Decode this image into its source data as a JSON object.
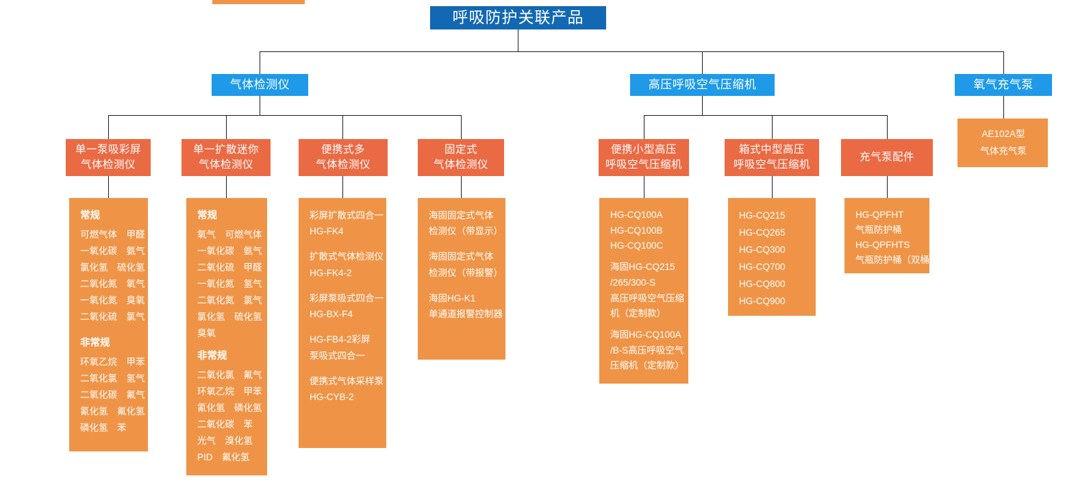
{
  "diagram": {
    "title": "呼吸防护关联产品",
    "colors": {
      "root": "#1268B3",
      "level2": "#1E9AE8",
      "level3": "#EA6A44",
      "leaf": "#EF9447",
      "edge": "#1A1A1A",
      "background": "#FFFFFF"
    },
    "root": {
      "label": "呼吸防护关联产品"
    },
    "level2": [
      {
        "label": "气体检测仪"
      },
      {
        "label": "高压呼吸空气压缩机"
      },
      {
        "label": "氧气充气泵"
      }
    ],
    "level3": [
      {
        "line1": "单一泵吸彩屏",
        "line2": "气体检测仪"
      },
      {
        "line1": "单一扩散迷你",
        "line2": "气体检测仪"
      },
      {
        "line1": "便携式多",
        "line2": "气体检测仪"
      },
      {
        "line1": "固定式",
        "line2": "气体检测仪"
      },
      {
        "line1": "便携小型高压",
        "line2": "呼吸空气压缩机"
      },
      {
        "line1": "箱式中型高压",
        "line2": "呼吸空气压缩机"
      },
      {
        "line1": "充气泵配件",
        "line2": ""
      }
    ],
    "leaves": {
      "pump_color_screen": {
        "group1_title": "常规",
        "group1_lines": [
          "可燃气体　甲醛",
          "一氧化碳　氨气",
          "氯化氢　硫化氢",
          "二氧化氮　氧气",
          "一氧化氮　臭氧",
          "二氧化硫　氯气"
        ],
        "group2_title": "非常规",
        "group2_lines": [
          "环氧乙烷　甲苯",
          "二氧化氯　氢气",
          "二氧化碳　氟气",
          "氰化氢　氟化氢",
          "磷化氢　苯"
        ]
      },
      "diffusion_mini": {
        "group1_title": "常规",
        "group1_lines": [
          "氧气　可燃气体",
          "一氧化碳　氨气",
          "二氧化硫　甲醛",
          "一氧化氮　氢气",
          "二氧化氮　氯气",
          "氯化氢　硫化氢",
          "臭氧"
        ],
        "group2_title": "非常规",
        "group2_lines": [
          "二氧化氯　氟气",
          "环氧乙烷　甲苯",
          "氰化氢　磷化氢",
          "二氧化碳　苯",
          "光气　溴化氢",
          "PID　氟化氢"
        ]
      },
      "portable_multi": {
        "items": [
          [
            "彩屏扩散式四合一",
            "HG-FK4"
          ],
          [
            "扩散式气体检测仪",
            "HG-FK4-2"
          ],
          [
            "彩屏泵吸式四合一",
            "HG-BX-F4"
          ],
          [
            "HG-FB4-2彩屏",
            "泵吸式四合一"
          ],
          [
            "便携式气体采样泵",
            "HG-CYB-2"
          ]
        ]
      },
      "fixed_type": {
        "items": [
          [
            "海固固定式气体",
            "检测仪（带显示）"
          ],
          [
            "海固固定式气体",
            "检测仪（带报警）"
          ],
          [
            "海固HG-K1",
            "单通道报警控制器"
          ]
        ]
      },
      "portable_compressor": {
        "items": [
          [
            "HG-CQ100A",
            "HG-CQ100B",
            "HG-CQ100C"
          ],
          [
            "海固HG-CQ215",
            "/265/300-S",
            "高压呼吸空气压缩",
            "机（定制款）"
          ],
          [
            "海固HG-CQ100A",
            "/B-S高压呼吸空气",
            "压缩机（定制款）"
          ]
        ]
      },
      "cabinet_compressor": {
        "items": [
          "HG-CQ215",
          "HG-CQ265",
          "HG-CQ300",
          "HG-CQ700",
          "HG-CQ800",
          "HG-CQ900"
        ]
      },
      "pump_accessories": {
        "items": [
          "HG-QPFHT",
          "气瓶防护桶",
          "HG-QPFHTS",
          "气瓶防护桶（双桶）"
        ]
      },
      "oxygen_pump": {
        "line1": "AE102A型",
        "line2": "气体充气泵"
      }
    }
  }
}
